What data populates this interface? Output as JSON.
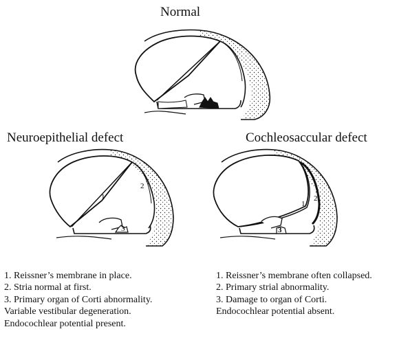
{
  "titles": {
    "normal": "Normal",
    "neuro": "Neuroepithelial defect",
    "cochleo": "Cochleosaccular defect"
  },
  "neuro_figure": {
    "marker_1": "1",
    "marker_2": "2",
    "marker_3": "3"
  },
  "cochleo_figure": {
    "marker_1": "1",
    "marker_2": "2",
    "marker_3": "3"
  },
  "neuro_notes": [
    "1. Reissner’s membrane in place.",
    "2. Stria normal at first.",
    "3. Primary organ of Corti abnormality.",
    "Variable vestibular degeneration.",
    "Endocochlear potential present."
  ],
  "cochleo_notes": [
    "1. Reissner’s membrane often collapsed.",
    "2. Primary strial abnormality.",
    "3. Damage to organ of Corti.",
    "Endocochlear potential absent."
  ]
}
